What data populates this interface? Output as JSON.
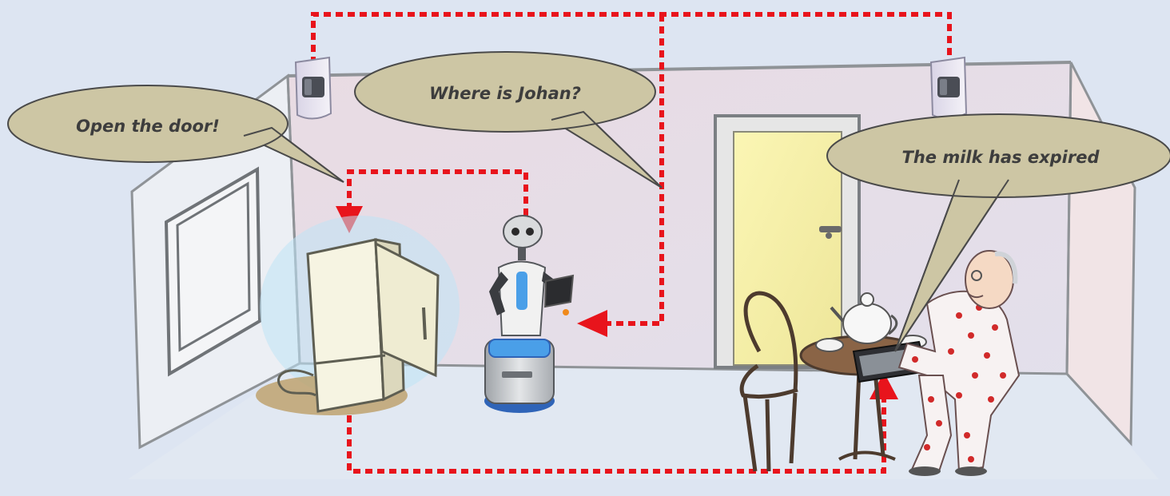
{
  "bubbles": {
    "open_door": "Open the door!",
    "where_johan": "Where is Johan?",
    "milk_expired": "The milk has expired"
  },
  "colors": {
    "background": "#dde5f2",
    "link_line": "#e8141c",
    "bubble_fill": "#cdc6a4",
    "bubble_stroke": "#4a4a4a"
  },
  "icons": [
    "motion-sensor-icon-left",
    "motion-sensor-icon-right",
    "fridge-icon",
    "robot-icon",
    "elderly-man-icon",
    "tablet-icon",
    "table-icon",
    "chair-icon",
    "door-icon",
    "window-icon"
  ]
}
